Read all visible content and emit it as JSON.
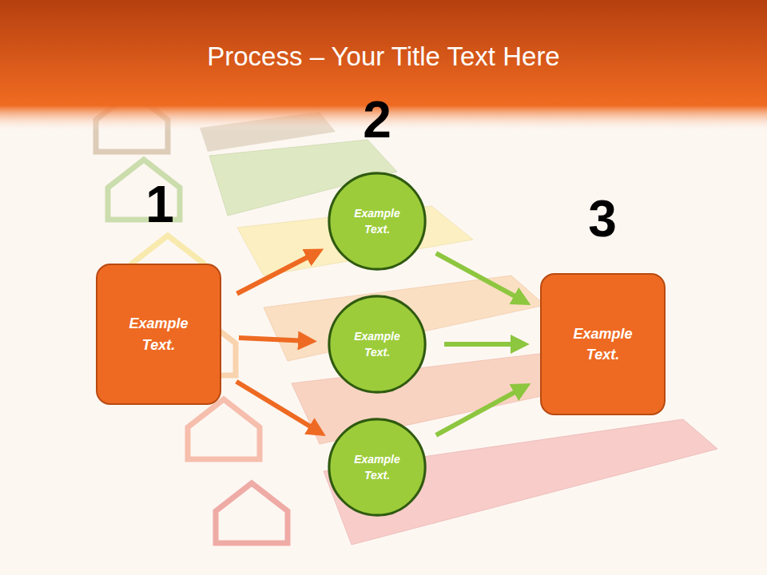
{
  "diagram": {
    "title": "Process – Your Title Text Here",
    "nodes": [
      {
        "text": [
          "Example Text."
        ]
      },
      {
        "text": [
          "Example Text."
        ]
      },
      {
        "text": [
          "Example Text."
        ]
      },
      {
        "text": [
          "Example Text."
        ]
      },
      {
        "text": [
          "Example Text."
        ]
      }
    ],
    "edges": [
      {
        "from": 0,
        "to": 1,
        "arrow": "to"
      },
      {
        "from": 0,
        "to": 2,
        "arrow": "to"
      },
      {
        "from": 0,
        "to": 3,
        "arrow": "to"
      },
      {
        "from": 1,
        "to": 4,
        "arrow": "to"
      },
      {
        "from": 2,
        "to": 4,
        "arrow": "to"
      },
      {
        "from": 3,
        "to": 4,
        "arrow": "to"
      }
    ],
    "labels": [
      "1",
      "2",
      "3"
    ]
  }
}
